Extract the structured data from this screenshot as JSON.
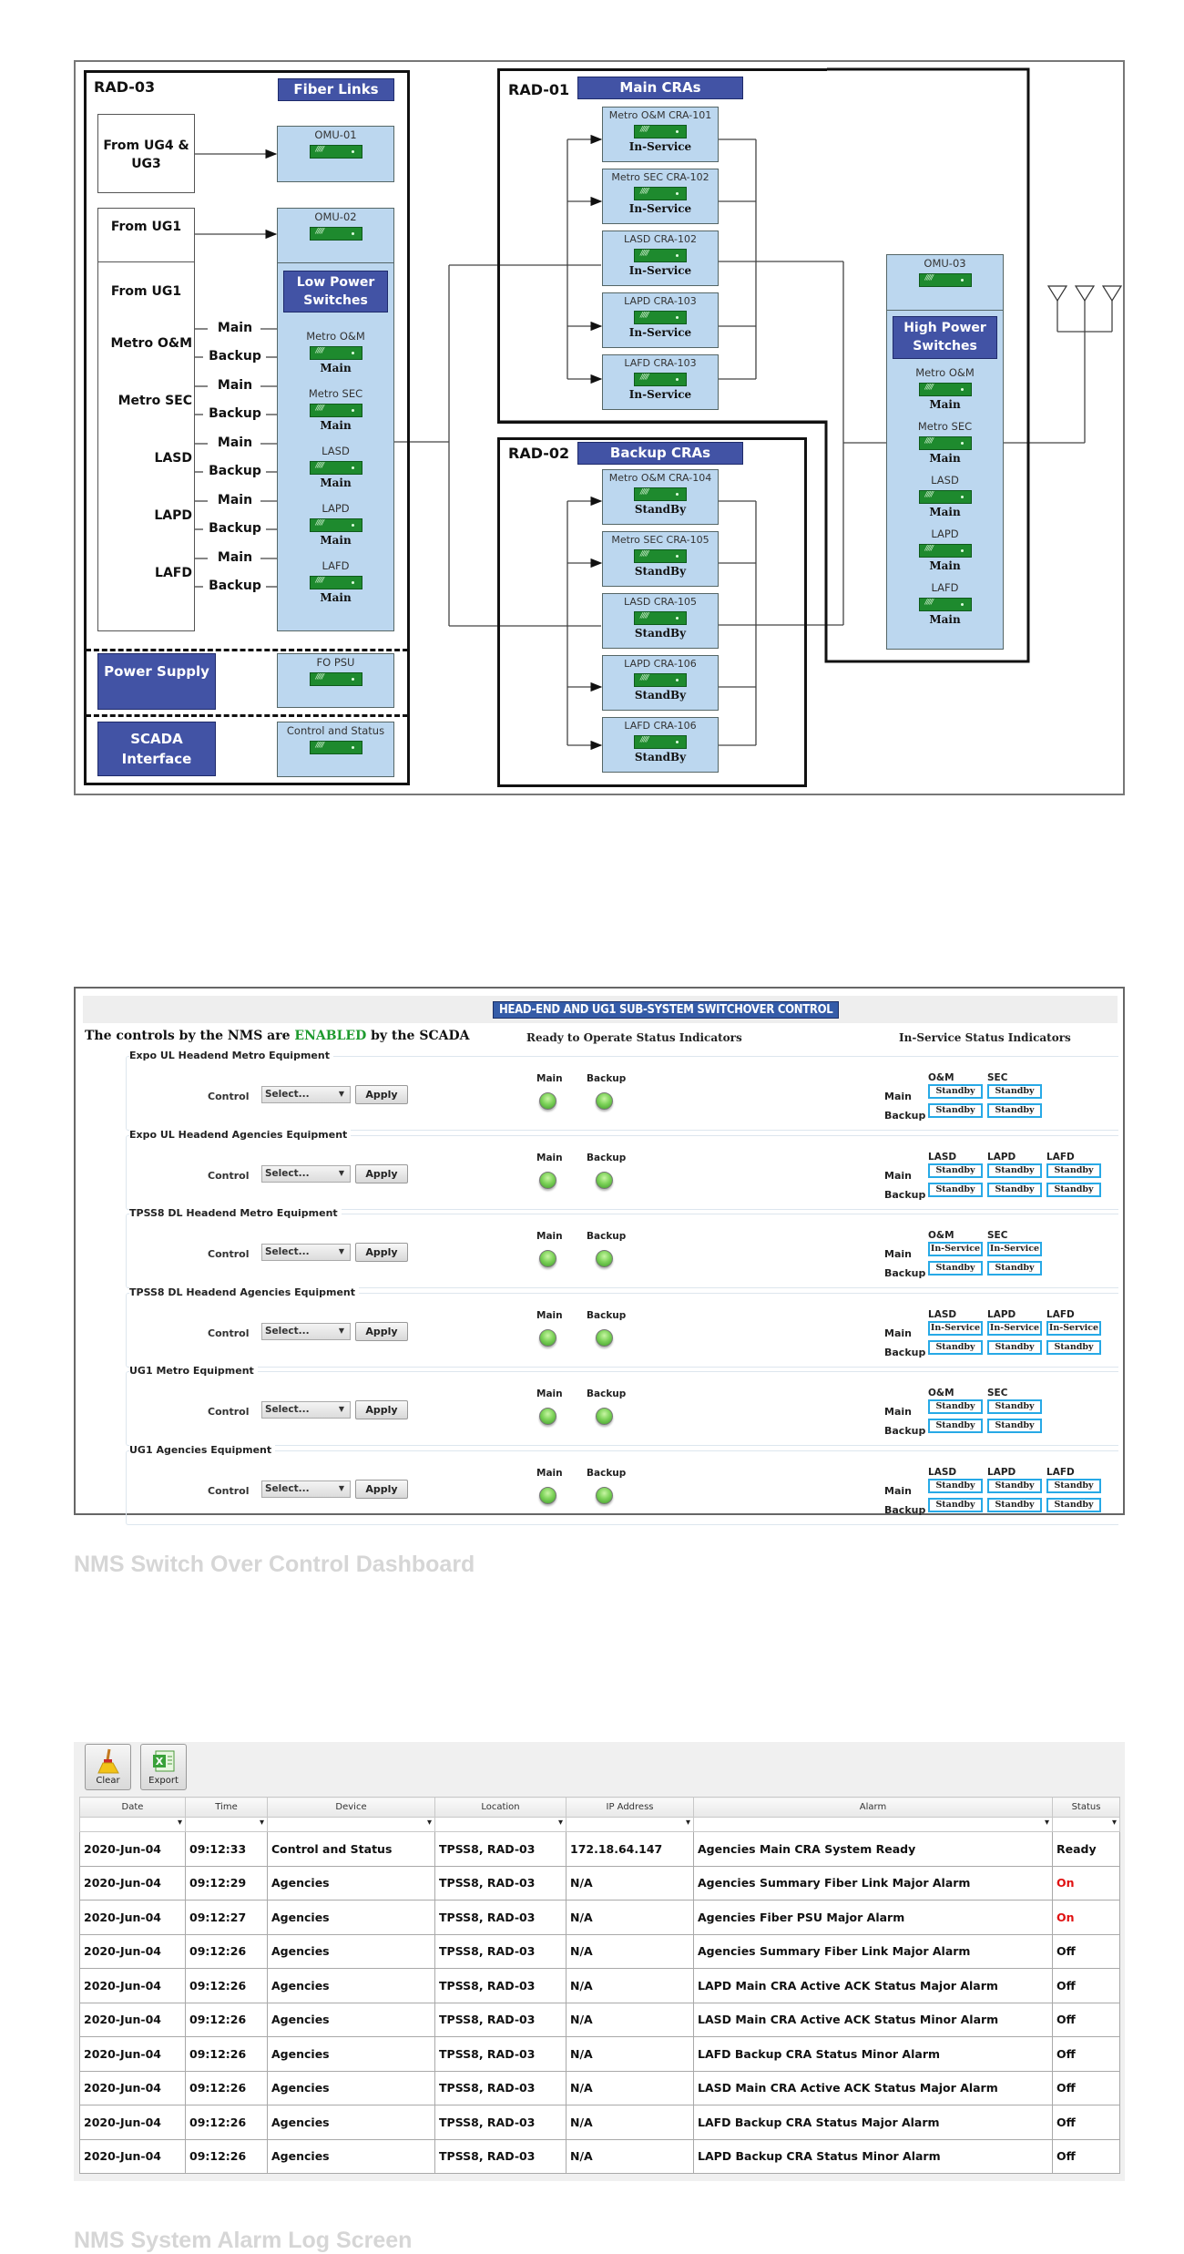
{
  "diagram": {
    "rad03": {
      "label": "RAD-03",
      "title": "Fiber Links",
      "sources": [
        "From UG4 & UG3",
        "From UG1",
        "From UG1"
      ],
      "omu01": {
        "name": "OMU-01"
      },
      "omu02": {
        "name": "OMU-02"
      },
      "low_power_title": "Low Power Switches",
      "agencies": [
        {
          "name": "Metro O&M",
          "main": "Main",
          "backup": "Backup",
          "switch_status": "Main"
        },
        {
          "name": "Metro SEC",
          "main": "Main",
          "backup": "Backup",
          "switch_status": "Main"
        },
        {
          "name": "LASD",
          "main": "Main",
          "backup": "Backup",
          "switch_status": "Main"
        },
        {
          "name": "LAPD",
          "main": "Main",
          "backup": "Backup",
          "switch_status": "Main"
        },
        {
          "name": "LAFD",
          "main": "Main",
          "backup": "Backup",
          "switch_status": "Main"
        }
      ],
      "power_supply": "Power Supply",
      "fo_psu": "FO PSU",
      "scada": "SCADA Interface",
      "control_status": "Control and Status"
    },
    "rad01": {
      "label": "RAD-01",
      "title": "Main CRAs",
      "cras": [
        {
          "name": "Metro O&M CRA-101",
          "status": "In-Service"
        },
        {
          "name": "Metro SEC CRA-102",
          "status": "In-Service"
        },
        {
          "name": "LASD CRA-102",
          "status": "In-Service"
        },
        {
          "name": "LAPD CRA-103",
          "status": "In-Service"
        },
        {
          "name": "LAFD CRA-103",
          "status": "In-Service"
        }
      ]
    },
    "rad02": {
      "label": "RAD-02",
      "title": "Backup CRAs",
      "cras": [
        {
          "name": "Metro O&M CRA-104",
          "status": "StandBy"
        },
        {
          "name": "Metro SEC CRA-105",
          "status": "StandBy"
        },
        {
          "name": "LASD CRA-105",
          "status": "StandBy"
        },
        {
          "name": "LAPD CRA-106",
          "status": "StandBy"
        },
        {
          "name": "LAFD CRA-106",
          "status": "StandBy"
        }
      ]
    },
    "high_power": {
      "omu03": "OMU-03",
      "title": "High Power Switches",
      "switches": [
        {
          "name": "Metro O&M",
          "status": "Main"
        },
        {
          "name": "Metro SEC",
          "status": "Main"
        },
        {
          "name": "LASD",
          "status": "Main"
        },
        {
          "name": "LAPD",
          "status": "Main"
        },
        {
          "name": "LAFD",
          "status": "Main"
        }
      ]
    }
  },
  "control": {
    "title": "HEAD-END AND UG1 SUB-SYSTEM SWITCHOVER CONTROL",
    "scada_prefix": "The controls by the NMS are",
    "scada_state": "ENABLED",
    "scada_suffix": "by the SCADA",
    "ready_header": "Ready to Operate Status Indicators",
    "inservice_header": "In-Service Status Indicators",
    "control_label": "Control",
    "select_value": "Select...",
    "apply_label": "Apply",
    "main_label": "Main",
    "backup_label": "Backup",
    "groups": [
      {
        "title": "Expo UL Headend Metro Equipment",
        "columns": [
          "O&M",
          "SEC"
        ],
        "main": [
          "Standby",
          "Standby"
        ],
        "backup": [
          "Standby",
          "Standby"
        ]
      },
      {
        "title": "Expo UL Headend Agencies Equipment",
        "columns": [
          "LASD",
          "LAPD",
          "LAFD"
        ],
        "main": [
          "Standby",
          "Standby",
          "Standby"
        ],
        "backup": [
          "Standby",
          "Standby",
          "Standby"
        ]
      },
      {
        "title": "TPSS8 DL Headend Metro Equipment",
        "columns": [
          "O&M",
          "SEC"
        ],
        "main": [
          "In-Service",
          "In-Service"
        ],
        "backup": [
          "Standby",
          "Standby"
        ]
      },
      {
        "title": "TPSS8 DL Headend Agencies Equipment",
        "columns": [
          "LASD",
          "LAPD",
          "LAFD"
        ],
        "main": [
          "In-Service",
          "In-Service",
          "In-Service"
        ],
        "backup": [
          "Standby",
          "Standby",
          "Standby"
        ]
      },
      {
        "title": "UG1 Metro Equipment",
        "columns": [
          "O&M",
          "SEC"
        ],
        "main": [
          "Standby",
          "Standby"
        ],
        "backup": [
          "Standby",
          "Standby"
        ]
      },
      {
        "title": "UG1 Agencies Equipment",
        "columns": [
          "LASD",
          "LAPD",
          "LAFD"
        ],
        "main": [
          "Standby",
          "Standby",
          "Standby"
        ],
        "backup": [
          "Standby",
          "Standby",
          "Standby"
        ]
      }
    ],
    "led_color": "#7ed35a",
    "enabled_color": "#1e9a2e"
  },
  "captions": {
    "dashboard": "NMS Switch Over Control Dashboard",
    "alarm_log": "NMS System Alarm Log Screen"
  },
  "alarm_log": {
    "toolbar": {
      "clear": "Clear",
      "export": "Export"
    },
    "columns": [
      "Date",
      "Time",
      "Device",
      "Location",
      "IP Address",
      "Alarm",
      "Status"
    ],
    "rows": [
      [
        "2020-Jun-04",
        "09:12:33",
        "Control and Status",
        "TPSS8, RAD-03",
        "172.18.64.147",
        "Agencies Main CRA System Ready",
        "Ready"
      ],
      [
        "2020-Jun-04",
        "09:12:29",
        "Agencies",
        "TPSS8, RAD-03",
        "N/A",
        "Agencies Summary Fiber Link Major Alarm",
        "On"
      ],
      [
        "2020-Jun-04",
        "09:12:27",
        "Agencies",
        "TPSS8, RAD-03",
        "N/A",
        "Agencies Fiber PSU Major Alarm",
        "On"
      ],
      [
        "2020-Jun-04",
        "09:12:26",
        "Agencies",
        "TPSS8, RAD-03",
        "N/A",
        "Agencies Summary Fiber Link Major Alarm",
        "Off"
      ],
      [
        "2020-Jun-04",
        "09:12:26",
        "Agencies",
        "TPSS8, RAD-03",
        "N/A",
        "LAPD Main CRA Active ACK Status Major Alarm",
        "Off"
      ],
      [
        "2020-Jun-04",
        "09:12:26",
        "Agencies",
        "TPSS8, RAD-03",
        "N/A",
        "LASD Main CRA Active ACK Status Minor Alarm",
        "Off"
      ],
      [
        "2020-Jun-04",
        "09:12:26",
        "Agencies",
        "TPSS8, RAD-03",
        "N/A",
        "LAFD Backup CRA Status Minor Alarm",
        "Off"
      ],
      [
        "2020-Jun-04",
        "09:12:26",
        "Agencies",
        "TPSS8, RAD-03",
        "N/A",
        "LASD Main CRA Active ACK Status Major Alarm",
        "Off"
      ],
      [
        "2020-Jun-04",
        "09:12:26",
        "Agencies",
        "TPSS8, RAD-03",
        "N/A",
        "LAFD Backup CRA Status Major Alarm",
        "Off"
      ],
      [
        "2020-Jun-04",
        "09:12:26",
        "Agencies",
        "TPSS8, RAD-03",
        "N/A",
        "LAPD Backup CRA Status Minor Alarm",
        "Off"
      ]
    ],
    "alert_color": "#e01212"
  }
}
